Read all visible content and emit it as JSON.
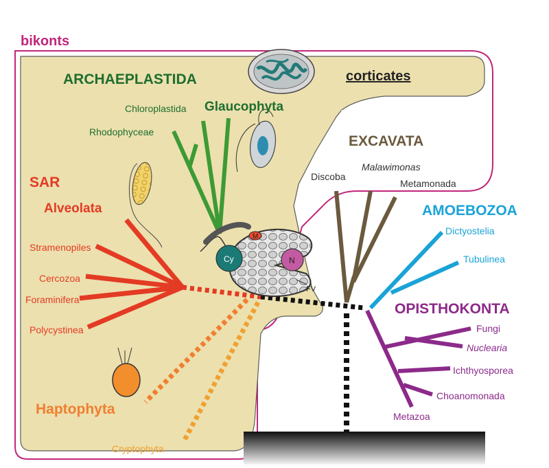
{
  "colors": {
    "bikonts": "#c1267a",
    "panel": "#ece0ae",
    "archaeplastida": "#1e6e2f",
    "branch_green": "#3d9a34",
    "sar": "#e33b24",
    "excavata": "#6b5a3e",
    "amoebozoa": "#1aa3d7",
    "opisthokonta": "#8c2a8a",
    "haptophyta": "#f07f30",
    "cryptophyta": "#f0a030",
    "root": "#111111"
  },
  "labels": {
    "bikonts": "bikonts",
    "corticates": "corticates",
    "archaeplastida": "ARCHAEPLASTIDA",
    "glaucophyta": "Glaucophyta",
    "chloroplastida": "Chloroplastida",
    "rhodophyceae": "Rhodophyceae",
    "sar": "SAR",
    "alveolata": "Alveolata",
    "stramenopiles": "Stramenopiles",
    "cercozoa": "Cercozoa",
    "foraminifera": "Foraminifera",
    "polycystinea": "Polycystinea",
    "haptophyta": "Haptophyta",
    "cryptophyta": "Cryptophyta",
    "excavata": "EXCAVATA",
    "discoba": "Discoba",
    "malawimonas": "Malawimonas",
    "metamonada": "Metamonada",
    "amoebozoa": "AMOEBOZOA",
    "dictyostelia": "Dictyostelia",
    "tubulinea": "Tubulinea",
    "opisthokonta": "OPISTHOKONTA",
    "fungi": "Fungi",
    "nuclearia": "Nuclearia",
    "ichthyosporea": "Ichthyosporea",
    "choanomonada": "Choanomonada",
    "metazoa": "Metazoa",
    "cell_cy": "Cy",
    "cell_m": "M",
    "cell_n": "N",
    "cell_fv": "FV"
  }
}
